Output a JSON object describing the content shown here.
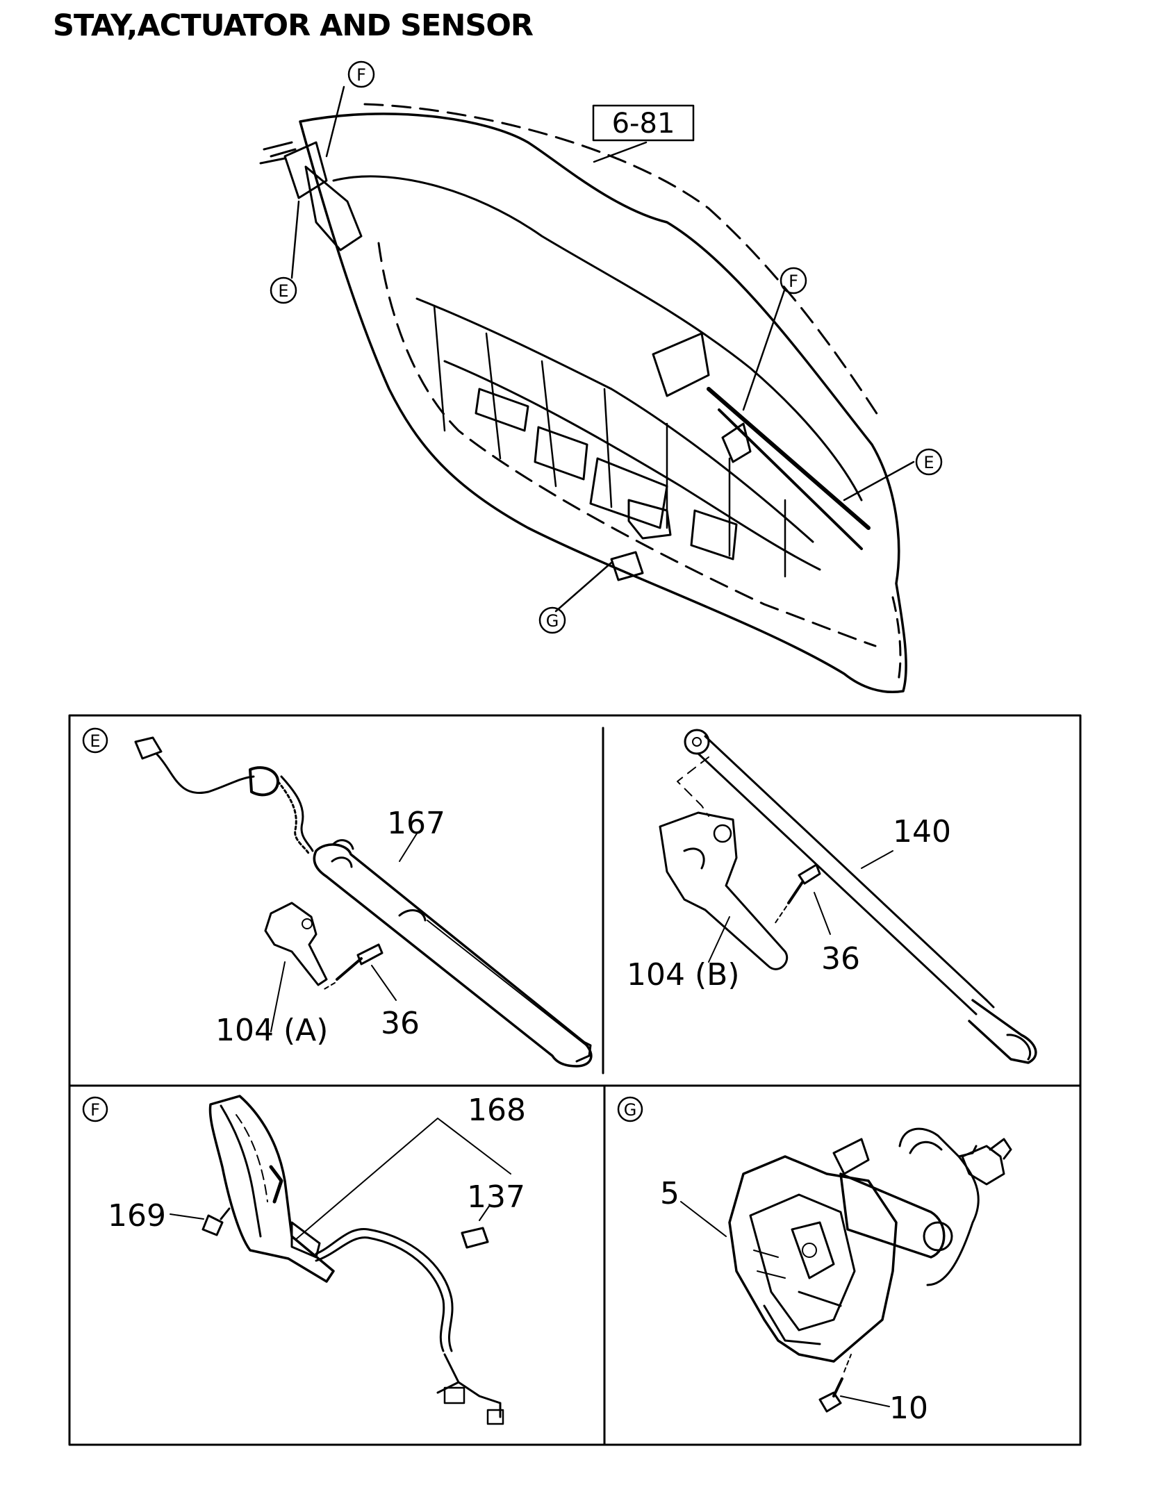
{
  "title": "STAY,ACTUATOR AND SENSOR",
  "reference_box": "6-81",
  "main_view_callouts": {
    "f_top": "F",
    "e_left": "E",
    "f_right": "F",
    "e_right": "E",
    "g_bottom": "G"
  },
  "panels": {
    "e": {
      "letter": "E",
      "parts": {
        "actuator": "167",
        "bracket": "104 (A)",
        "bolt": "36"
      }
    },
    "stay": {
      "parts": {
        "stay": "140",
        "bracket": "104 (B)",
        "bolt": "36"
      }
    },
    "f": {
      "letter": "F",
      "parts": {
        "screw": "169",
        "sensor_assy": "168",
        "pad": "137"
      }
    },
    "g": {
      "letter": "G",
      "parts": {
        "latch": "5",
        "bolt": "10"
      }
    }
  },
  "colors": {
    "line": "#000000",
    "background": "#ffffff"
  }
}
